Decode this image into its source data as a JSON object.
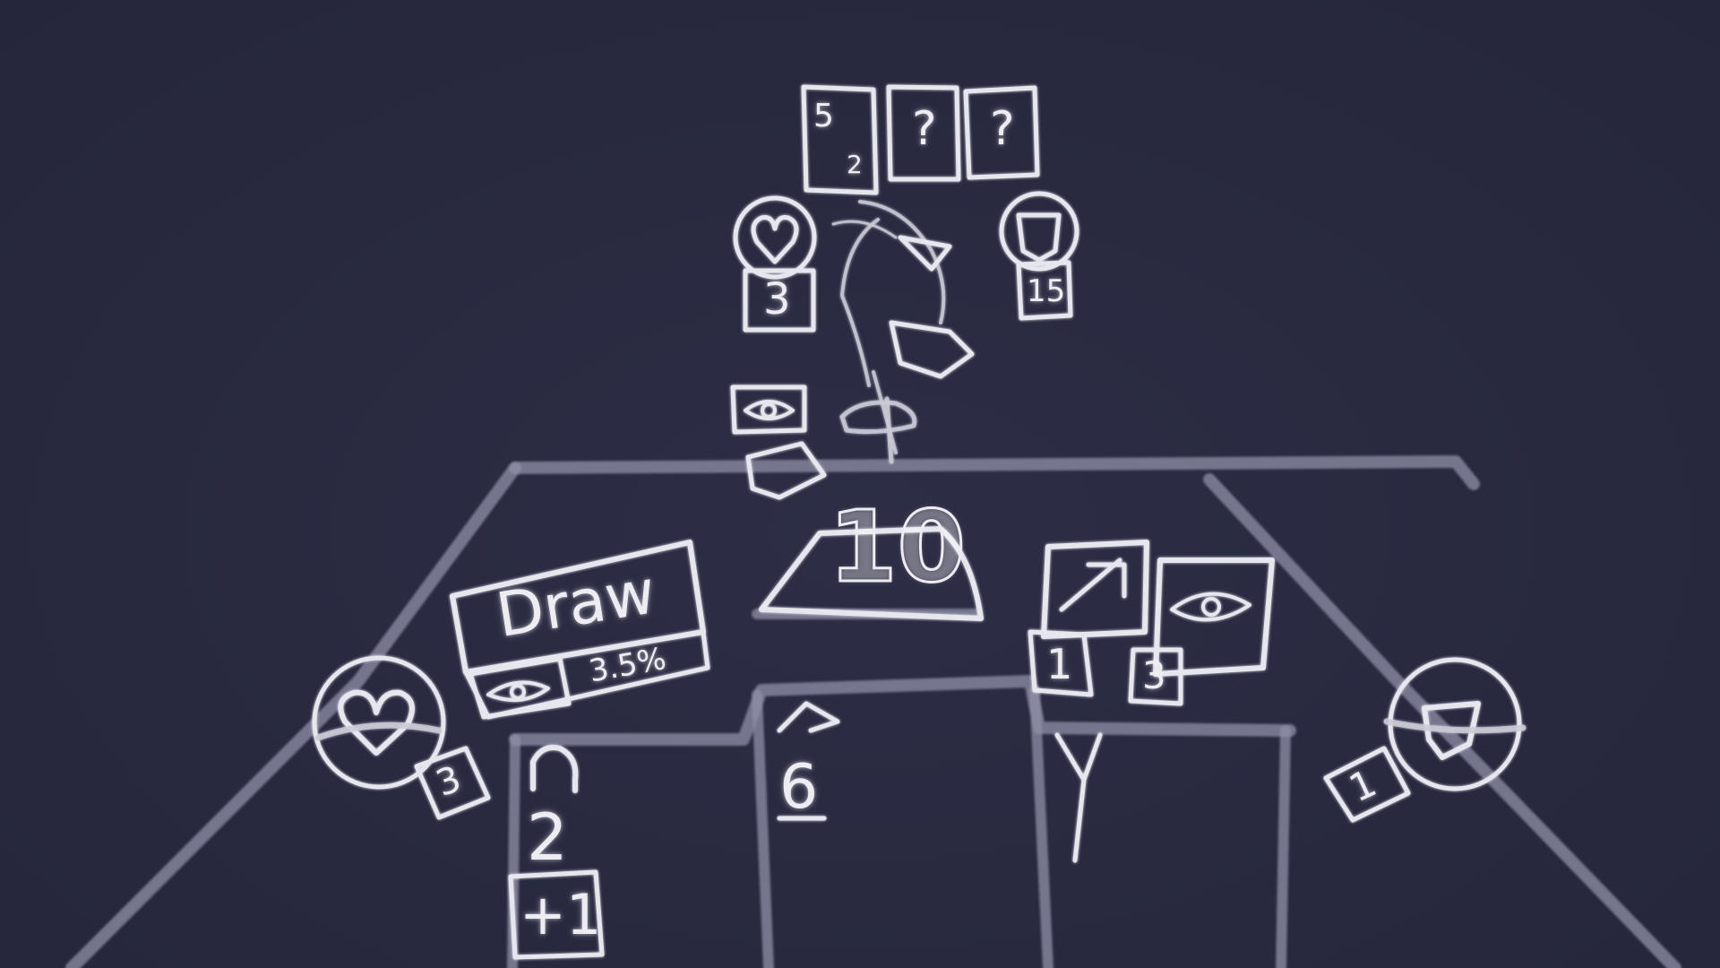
{
  "opponent": {
    "hand_cards": [
      {
        "top": "5",
        "bottom": "2"
      },
      {
        "top": "?",
        "bottom": ""
      },
      {
        "top": "?",
        "bottom": ""
      }
    ],
    "health": "3",
    "shield": "15"
  },
  "center": {
    "pot": "10",
    "pile_count": "6"
  },
  "player": {
    "draw_label": "Draw",
    "draw_cost": "3.5%",
    "health": "3",
    "shield": "1",
    "slot_value": "2",
    "slot_bonus": "+1"
  },
  "side_panel": {
    "slot_a": "1",
    "slot_b": "3"
  },
  "colors": {
    "background": "#292a40",
    "chalk": "#e6e6ee",
    "table_edge": "#8f90a8"
  },
  "icons": [
    "heart-icon",
    "shield-icon",
    "eye-icon",
    "sword-icon",
    "horseshoe-icon",
    "box-icon",
    "trophy-icon",
    "figure-icon"
  ]
}
